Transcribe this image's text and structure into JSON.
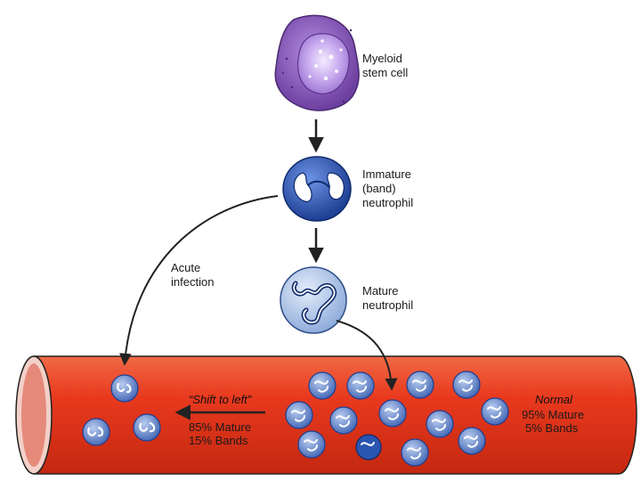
{
  "labels": {
    "stem_cell": [
      "Myeloid",
      "stem cell"
    ],
    "immature": [
      "Immature",
      "(band)",
      "neutrophil"
    ],
    "mature": [
      "Mature",
      "neutrophil"
    ],
    "acute": [
      "Acute",
      "infection"
    ],
    "shift": "“Shift to left”",
    "shift_stats": [
      "85% Mature",
      "15% Bands"
    ],
    "normal": "Normal",
    "normal_stats": [
      "95% Mature",
      "5% Bands"
    ]
  },
  "colors": {
    "stem_cell": "#8a5cb8",
    "band_cell": "#2a55b0",
    "mature_cell": "#b8cdea",
    "vessel": "#e8391e",
    "arrow": "#222222"
  }
}
